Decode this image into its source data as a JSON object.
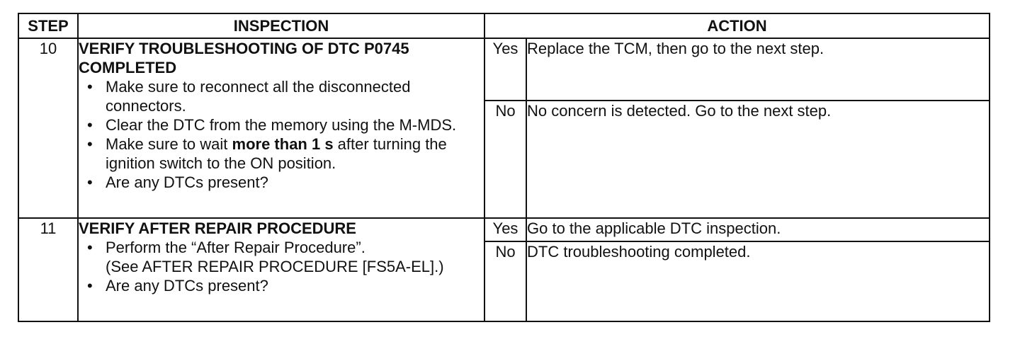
{
  "headers": {
    "step": "STEP",
    "inspection": "INSPECTION",
    "action": "ACTION"
  },
  "rows": [
    {
      "step": "10",
      "title_line1": "VERIFY TROUBLESHOOTING OF DTC P0745",
      "title_line2": "COMPLETED",
      "bullets": [
        "Make sure to reconnect all the disconnected connectors.",
        "Clear the DTC from the memory using the M-MDS.",
        "Make sure to wait ",
        "Are any DTCs present?"
      ],
      "bullet3_bold": "more than 1 s",
      "bullet3_tail": " after turning the ignition switch to the ON position.",
      "yes_label": "Yes",
      "yes_action": "Replace the TCM, then go to the next step.",
      "no_label": "No",
      "no_action": "No concern is detected. Go to the next step."
    },
    {
      "step": "11",
      "title_line1": "VERIFY AFTER REPAIR PROCEDURE",
      "bullets": [
        "Perform the “After Repair Procedure”.",
        "Are any DTCs present?"
      ],
      "see_ref": "(See AFTER REPAIR PROCEDURE [FS5A-EL].)",
      "yes_label": "Yes",
      "yes_action": "Go to the applicable DTC inspection.",
      "no_label": "No",
      "no_action": "DTC troubleshooting completed."
    }
  ]
}
